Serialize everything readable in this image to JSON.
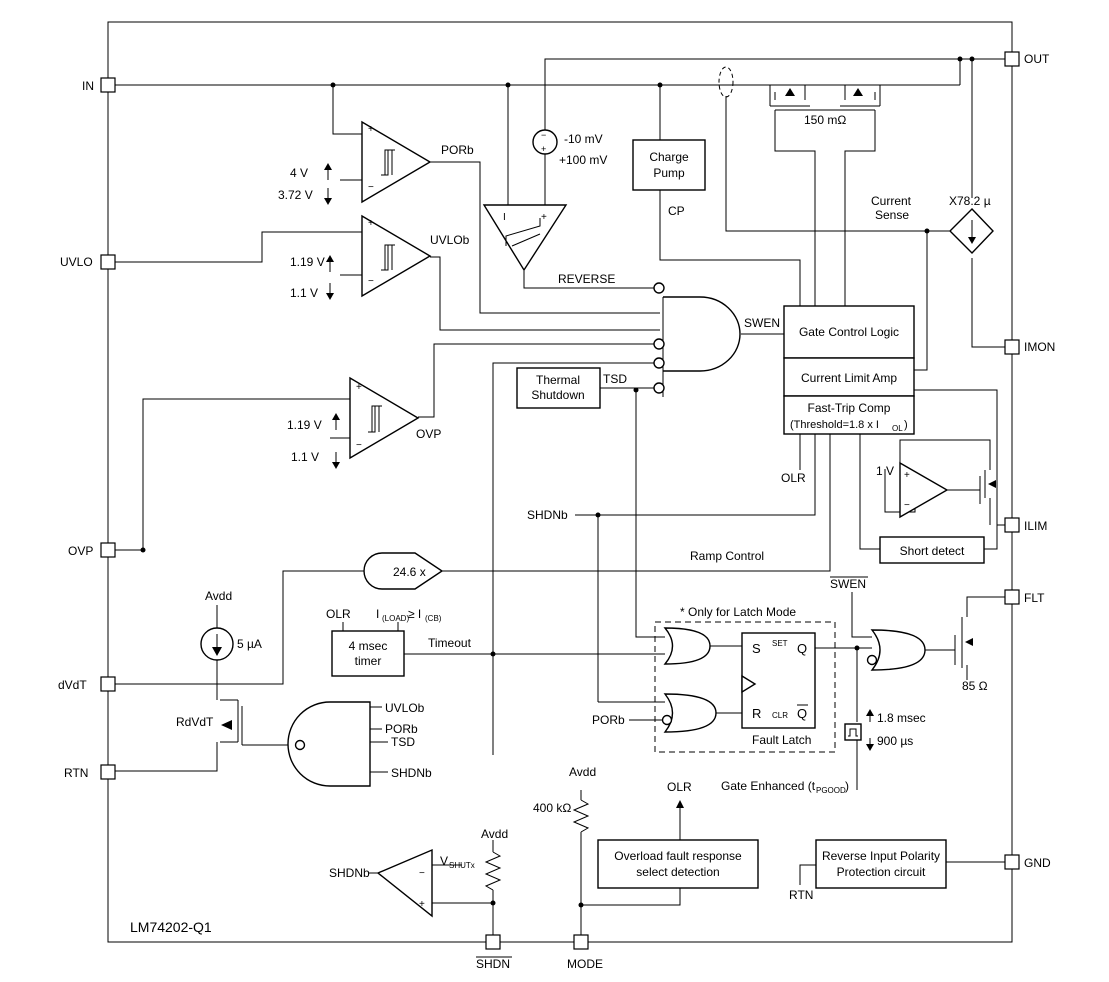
{
  "device": "LM74202-Q1",
  "pins": {
    "in": "IN",
    "out": "OUT",
    "uvlo": "UVLO",
    "ovp": "OVP",
    "dvdt": "dVdT",
    "rtn": "RTN",
    "imon": "IMON",
    "ilim": "ILIM",
    "flt": "FLT",
    "gnd": "GND",
    "shdn": "SHDN",
    "mode": "MODE"
  },
  "blocks": {
    "charge_pump": [
      "Charge",
      "Pump"
    ],
    "gate_control": "Gate Control Logic",
    "current_limit": "Current Limit Amp",
    "fast_trip": [
      "Fast-Trip Comp",
      "(Threshold=1.8 x I"
    ],
    "fast_trip_sub": "OL",
    "thermal": [
      "Thermal",
      "Shutdown"
    ],
    "timer": [
      "4 msec",
      "timer"
    ],
    "short_detect": "Short detect",
    "fault_latch": "Fault Latch",
    "overload": [
      "Overload fault response",
      "select detection"
    ],
    "reverse_polarity": [
      "Reverse Input Polarity",
      "Protection circuit"
    ]
  },
  "labels": {
    "porb": "PORb",
    "uvlob": "UVLOb",
    "ovp_out": "OVP",
    "reverse": "REVERSE",
    "swen": "SWEN",
    "tsd": "TSD",
    "cp": "CP",
    "current_sense": [
      "Current",
      "Sense"
    ],
    "imon_gain": "X78.2 µ",
    "fet_res": "150 mΩ",
    "v_neg": "-10 mV",
    "v_pos": "+100 mV",
    "por_hi": "4 V",
    "por_lo": "3.72 V",
    "uvlo_hi": "1.19 V",
    "uvlo_lo": "1.1 V",
    "ovp_hi": "1.19 V",
    "ovp_lo": "1.1 V",
    "olr": "OLR",
    "olr2": "OLR",
    "olr3": "OLR",
    "shdnb": "SHDNb",
    "ramp_control": "Ramp Control",
    "ramp_gain": "24.6 x",
    "avdd1": "Avdd",
    "avdd2": "Avdd",
    "avdd3": "Avdd",
    "isrc": "5 µA",
    "rdvdt": "RdVdT",
    "timeout": "Timeout",
    "iload": "I",
    "iload_sub": "(LOAD)",
    "ge": "≥ I",
    "icb_sub": "(CB)",
    "latch_note": "* Only for Latch Mode",
    "swen_bar": "SWEN",
    "latch_s": "S",
    "latch_r": "R",
    "latch_q": "Q",
    "latch_qbar": "Q",
    "set": "SET",
    "clr": "CLR",
    "porb2": "PORb",
    "t_hi": "1.8 msec",
    "t_lo": "900 µs",
    "gate_enh": "Gate Enhanced (t",
    "pgood_sub": "PGOOD",
    "gate_enh_end": ")",
    "flt_res": "85 Ω",
    "one_v": "1 V",
    "res_400k": "400 kΩ",
    "nand_in1": "UVLOb",
    "nand_in2": "PORb",
    "nand_in3": "TSD",
    "nand_in4": "SHDNb",
    "shdnb_comp": "SHDNb",
    "vshut": "V",
    "vshut_sub": "SHUTx",
    "rtn2": "RTN"
  }
}
